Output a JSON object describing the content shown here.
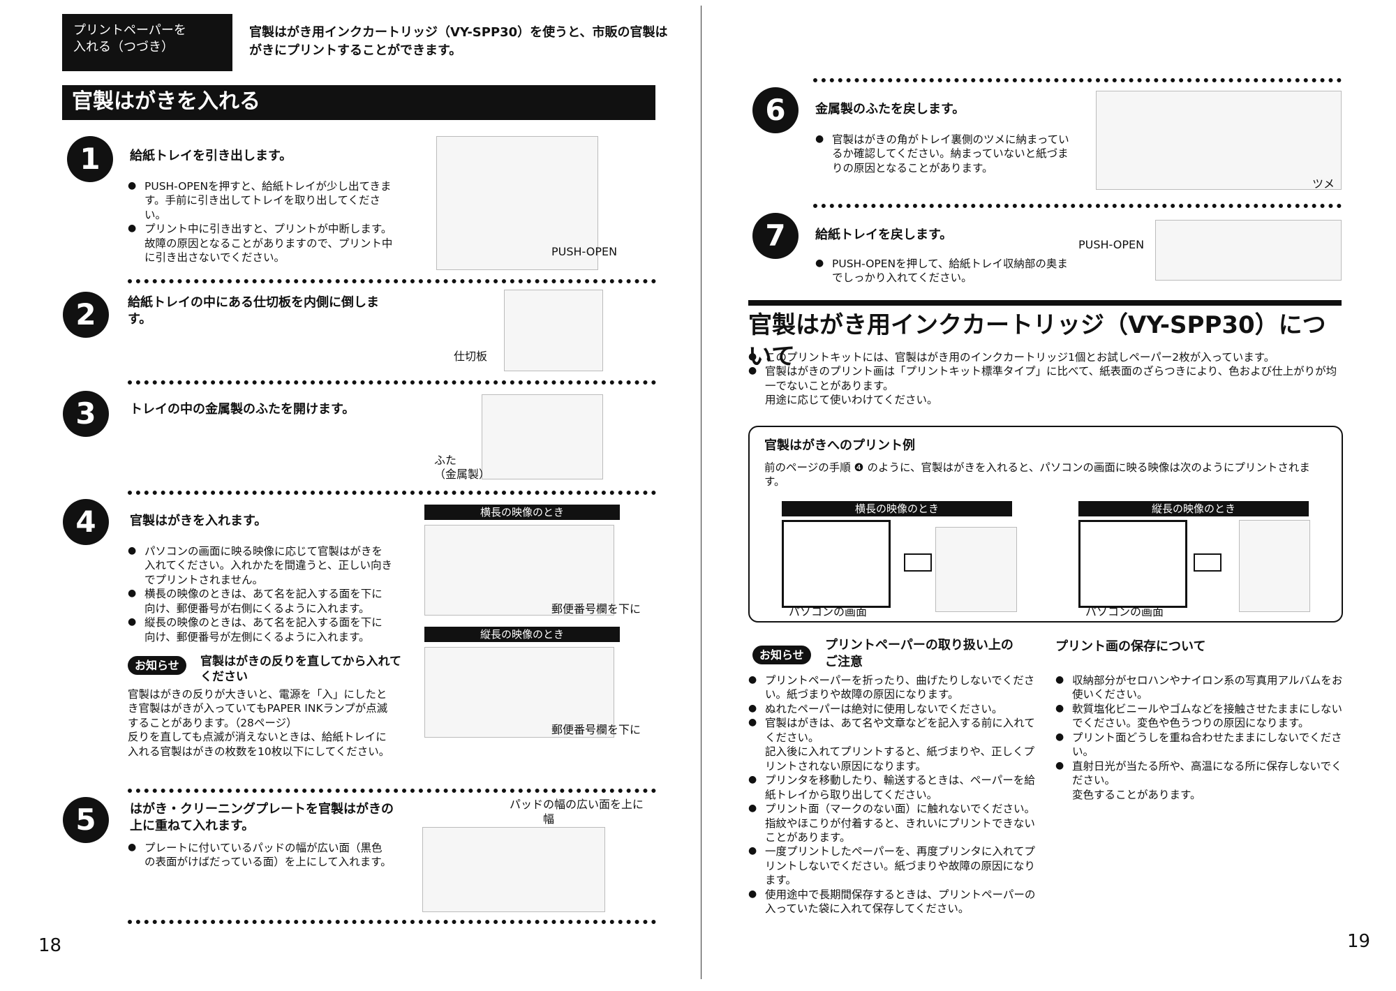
{
  "left_page": {
    "section_label": "プリントペーパーを\n入れる（つづき）",
    "intro": "官製はがき用インクカートリッジ（VY-SPP30）を使うと、市販の官製はがきにプリントすることができます。",
    "title": "官製はがきを入れる",
    "steps": [
      {
        "num": "1",
        "title": "給紙トレイを引き出します。",
        "bullets": [
          "PUSH-OPENを押すと、給紙トレイが少し出てきます。手前に引き出してトレイを取り出してください。",
          "プリント中に引き出すと、プリントが中断します。故障の原因となることがありますので、プリント中に引き出さないでください。"
        ],
        "fig_label": "PUSH-OPEN"
      },
      {
        "num": "2",
        "title": "給紙トレイの中にある仕切板を内側に倒します。",
        "fig_label": "仕切板"
      },
      {
        "num": "3",
        "title": "トレイの中の金属製のふたを開けます。",
        "fig_label": "ふた\n（金属製）"
      },
      {
        "num": "4",
        "title": "官製はがきを入れます。",
        "bullets": [
          "パソコンの画面に映る映像に応じて官製はがきを入れてください。入れかたを間違うと、正しい向きでプリントされません。",
          "横長の映像のときは、あて名を記入する面を下に向け、郵便番号が右側にくるように入れます。",
          "縦長の映像のときは、あて名を記入する面を下に向け、郵便番号が左側にくるように入れます。"
        ],
        "fig_bar1": "横長の映像のとき",
        "fig_bar2": "縦長の映像のとき",
        "fig_note": "郵便番号欄を下に"
      },
      {
        "num": "5",
        "title": "はがき・クリーニングプレートを官製はがきの上に重ねて入れます。",
        "bullets": [
          "プレートに付いているパッドの幅が広い面（黒色の表面がけばだっている面）を上にして入れます。"
        ],
        "fig_label": "パッドの幅の広い面を上に",
        "fig_label2": "幅"
      }
    ],
    "notice": {
      "badge": "お知らせ",
      "title": "官製はがきの反りを直してから入れてください",
      "body": "官製はがきの反りが大きいと、電源を「入」にしたとき官製はがきが入っていてもPAPER INKランプが点滅することがあります。（28ページ）\n反りを直しても点滅が消えないときは、給紙トレイに入れる官製はがきの枚数を10枚以下にしてください。"
    },
    "page_number": "18"
  },
  "right_page": {
    "steps": [
      {
        "num": "6",
        "title": "金属製のふたを戻します。",
        "bullets": [
          "官製はがきの角がトレイ裏側のツメに納まっているか確認してください。納まっていないと紙づまりの原因となることがあります。"
        ],
        "fig_label": "ツメ"
      },
      {
        "num": "7",
        "title": "給紙トレイを戻します。",
        "bullets": [
          "PUSH-OPENを押して、給紙トレイ収納部の奥までしっかり入れてください。"
        ],
        "fig_label": "PUSH-OPEN"
      }
    ],
    "title": "官製はがき用インクカートリッジ（VY-SPP30）について",
    "bullets": [
      "このプリントキットには、官製はがき用のインクカートリッジ1個とお試しペーパー2枚が入っています。",
      "官製はがきのプリント画は「プリントキット標準タイプ」に比べて、紙表面のざらつきにより、色および仕上がりが均一でないことがあります。\n用途に応じて使いわけてください。"
    ],
    "example": {
      "title": "官製はがきへのプリント例",
      "body": "前のページの手順 ❹ のように、官製はがきを入れると、パソコンの画面に映る映像は次のようにプリントされます。",
      "bar1": "横長の映像のとき",
      "bar2": "縦長の映像のとき",
      "screen_label": "パソコンの画面"
    },
    "notice": {
      "badge": "お知らせ",
      "title": "プリントペーパーの取り扱い上の\nご注意",
      "bullets": [
        "プリントペーパーを折ったり、曲げたりしないでください。紙づまりや故障の原因になります。",
        "ぬれたペーパーは絶対に使用しないでください。",
        "官製はがきは、あて名や文章などを記入する前に入れてください。\n記入後に入れてプリントすると、紙づまりや、正しくプリントされない原因になります。",
        "プリンタを移動したり、輸送するときは、ペーパーを給紙トレイから取り出してください。",
        "プリント面（マークのない面）に触れないでください。指紋やほこりが付着すると、きれいにプリントできないことがあります。",
        "一度プリントしたペーパーを、再度プリンタに入れてプリントしないでください。紙づまりや故障の原因になります。",
        "使用途中で長期間保存するときは、プリントペーパーの入っていた袋に入れて保存してください。"
      ]
    },
    "storage": {
      "title": "プリント画の保存について",
      "bullets": [
        "収納部分がセロハンやナイロン系の写真用アルバムをお使いください。",
        "軟質塩化ビニールやゴムなどを接触させたままにしないでください。変色や色うつりの原因になります。",
        "プリント面どうしを重ね合わせたままにしないでください。",
        "直射日光が当たる所や、高温になる所に保存しないでください。\n変色することがあります。"
      ]
    },
    "page_number": "19"
  }
}
